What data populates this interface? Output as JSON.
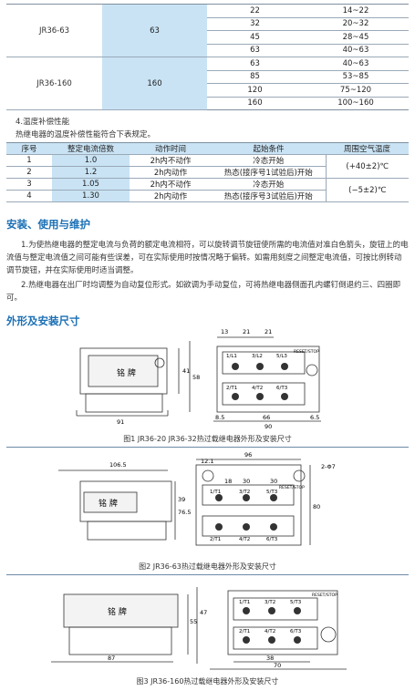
{
  "top_table": {
    "groups": [
      {
        "model": "JR36-63",
        "rated": "63",
        "rows": [
          {
            "code": "22",
            "range": "14~22"
          },
          {
            "code": "32",
            "range": "20~32"
          },
          {
            "code": "45",
            "range": "28~45"
          },
          {
            "code": "63",
            "range": "40~63"
          }
        ]
      },
      {
        "model": "JR36-160",
        "rated": "160",
        "rows": [
          {
            "code": "63",
            "range": "40~63"
          },
          {
            "code": "85",
            "range": "53~85"
          },
          {
            "code": "120",
            "range": "75~120"
          },
          {
            "code": "160",
            "range": "100~160"
          }
        ]
      }
    ]
  },
  "section4": {
    "title": "4.温度补偿性能",
    "desc": "热继电器的温度补偿性能符合下表规定。"
  },
  "temp_table": {
    "headers": [
      "序号",
      "整定电流倍数",
      "动作时间",
      "起始条件",
      "周围空气温度"
    ],
    "rows": [
      {
        "no": "1",
        "mult": "1.0",
        "time": "2h内不动作",
        "cond": "冷态开始"
      },
      {
        "no": "2",
        "mult": "1.2",
        "time": "2h内动作",
        "cond": "热态(接序号1试验后)开始"
      },
      {
        "no": "3",
        "mult": "1.05",
        "time": "2h内不动作",
        "cond": "冷态开始"
      },
      {
        "no": "4",
        "mult": "1.30",
        "time": "2h内动作",
        "cond": "热态(接序号3试验后)开始"
      }
    ],
    "env1": "(+40±2)℃",
    "env2": "(−5±2)℃"
  },
  "install": {
    "heading": "安装、使用与维护",
    "p1": "1.为使热继电器的整定电流与负荷的额定电流相符，可以旋转调节旋钮使所需的电流值对准白色箭头，旋钮上的电流值与整定电流值之间可能有些误差，可在实际使用时按情况略于偏转。如需用刻度之间整定电流值，可按比例转动调节旋钮，并在实际使用时适当调整。",
    "p2": "2.热继电器在出厂时均调整为自动复位形式。如欲调为手动复位，可将热继电器侧面孔内螺钉倒退约三、四圈即可。"
  },
  "dims": {
    "heading": "外形及安装尺寸",
    "fig1": {
      "caption": "图1 JR36-20 JR36-32热过载继电器外形及安装尺寸",
      "label": "铭  牌",
      "d_width": "91",
      "d_h": "41",
      "d_h2": "58",
      "d_top": [
        "13",
        "21",
        "21"
      ],
      "d_bot": [
        "8.5",
        "66",
        "6.5"
      ],
      "d_total": "90",
      "terms_top": [
        "1/L1",
        "3/L2",
        "5/L3"
      ],
      "terms_bot": [
        "2/T1",
        "4/T2",
        "6/T3"
      ],
      "reset": "RESET/STOP"
    },
    "fig2": {
      "caption": "图2 JR36-63热过载继电器外形及安装尺寸",
      "label": "铭  牌",
      "d_width": "106.5",
      "d_h": "76.5",
      "d_h2": "39",
      "d_top": "96",
      "d_top2": "12.1",
      "d_mid": [
        "18",
        "30",
        "30"
      ],
      "d_hole": "2-Φ7",
      "d_right": "80",
      "terms_top": [
        "1/T1",
        "3/T2",
        "5/T3"
      ],
      "terms_bot": [
        "2/T1",
        "4/T2",
        "6/T3"
      ],
      "reset": "RESET/STOP"
    },
    "fig3": {
      "caption": "图3 JR36-160热过载继电器外形及安装尺寸",
      "label": "铭  牌",
      "d_width": "87",
      "d_h": "55",
      "d_h2": "47",
      "d_bot": "38",
      "d_total": "70",
      "terms_top": [
        "1/T1",
        "3/T2",
        "5/T3"
      ],
      "terms_bot": [
        "2/T1",
        "4/T2",
        "6/T3"
      ],
      "reset": "RESET/STOP"
    }
  }
}
